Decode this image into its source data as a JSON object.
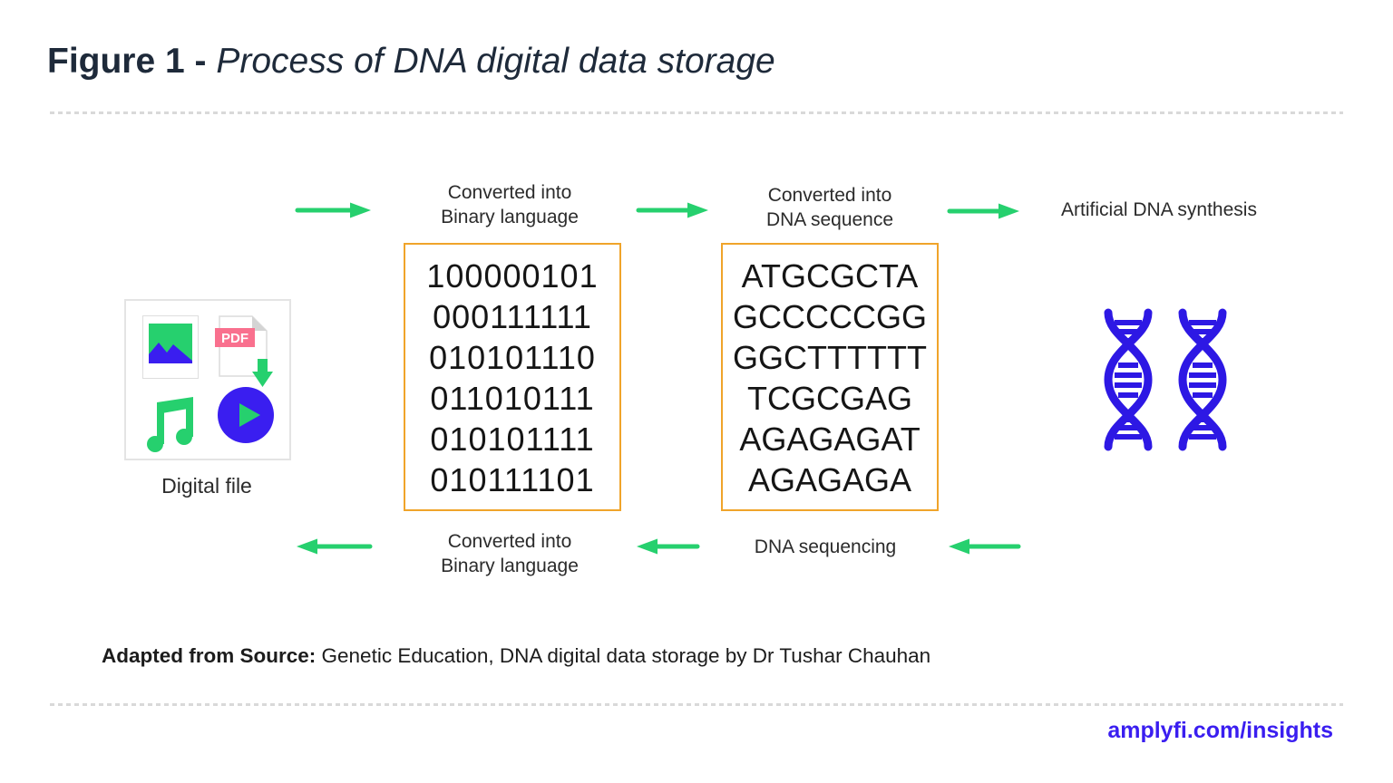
{
  "title": {
    "prefix": "Figure 1 -",
    "italic": " Process of DNA digital data storage"
  },
  "flow": {
    "digital_file": {
      "label": "Digital file",
      "pdf_badge": "PDF"
    },
    "steps_top": {
      "to_binary": {
        "line1": "Converted into",
        "line2": "Binary language"
      },
      "to_dna": {
        "line1": "Converted into",
        "line2": "DNA sequence"
      },
      "synthesis": {
        "label": "Artificial DNA synthesis"
      }
    },
    "steps_bottom": {
      "to_binary": {
        "line1": "Converted into",
        "line2": "Binary language"
      },
      "sequencing": {
        "label": "DNA sequencing"
      }
    }
  },
  "boxes": {
    "binary": {
      "lines": [
        "100000101",
        "000111111",
        "010101110",
        "011010111",
        "010101111",
        "010111101"
      ]
    },
    "dna": {
      "lines": [
        "ATGCGCTA",
        "GCCCCCGG",
        "GGCTTTTTT",
        "TCGCGAG",
        "AGAGAGAT",
        "AGAGAGA"
      ]
    }
  },
  "source": {
    "prefix": "Adapted from Source:",
    "text": " Genetic Education, DNA digital data storage by Dr Tushar Chauhan"
  },
  "footer": {
    "link": "amplyfi.com/insights"
  },
  "icons": {
    "digital_file": [
      "image-icon",
      "pdf-file-icon",
      "music-note-icon",
      "play-icon"
    ],
    "result": "dna-helix-icon",
    "arrows": "green-arrow-icon"
  },
  "colors": {
    "accent_green": "#26d06e",
    "indigo": "#3a1ef0",
    "helix_indigo": "#2d18e4",
    "box_orange": "#f0a42a",
    "pdf_pink": "#f9708e",
    "title_navy": "#1e2a3a",
    "divider_gray": "#d9d9d9"
  }
}
